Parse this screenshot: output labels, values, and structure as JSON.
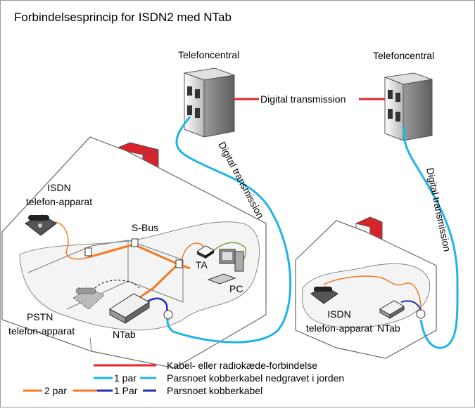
{
  "title": "Forbindelsesprincip for ISDN2 med NTab",
  "labels": {
    "exchange_left": "Telefoncentral",
    "exchange_right": "Telefoncentral",
    "digital_transmission_top": "Digital transmission",
    "digital_transmission_left": "Digital transmission",
    "digital_transmission_right": "Digital transmission",
    "isdn_phone_large": [
      "ISDN",
      "telefon-apparat"
    ],
    "sbus": "S-Bus",
    "ta": "TA",
    "pc": "PC",
    "pstn_phone": [
      "PSTN",
      "telefon-apparat"
    ],
    "ntab_large": "NTab",
    "isdn_phone_small": [
      "ISDN",
      "telefon-apparat"
    ],
    "ntab_small": "NTab"
  },
  "legend": {
    "red": "Kabel- eller radiokæde-forbindelse",
    "cyan_prefix": "1 par",
    "cyan": "Parsnoet kobberkabel nedgravet i jorden",
    "orange_prefix": "2 par",
    "blue_prefix": "1 Par",
    "blue": "Parsnoet kobberkabel"
  },
  "colors": {
    "red": "#e8232b",
    "cyan": "#1fb4e6",
    "orange": "#f07a22",
    "blue": "#1c2db8",
    "green": "#7ea044",
    "chimney": "#d8232a"
  }
}
